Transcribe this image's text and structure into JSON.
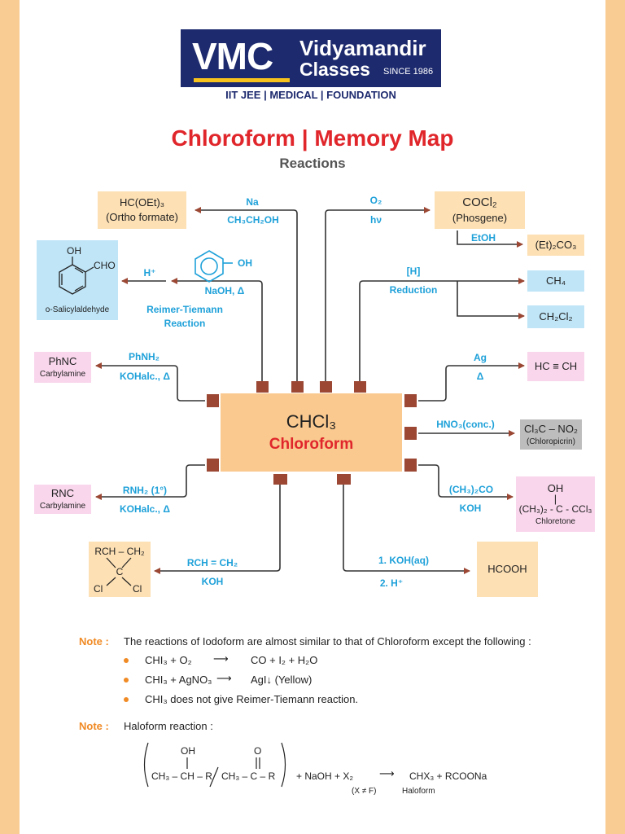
{
  "header": {
    "logo_vmc": "VMC",
    "logo_vidyamandir": "Vidyamandir",
    "logo_classes": "Classes",
    "logo_since": "SINCE 1986",
    "tagline": "IIT JEE | MEDICAL | FOUNDATION",
    "title": "Chloroform | Memory Map",
    "subtitle": "Reactions"
  },
  "center": {
    "formula": "CHCl₃",
    "name": "Chloroform"
  },
  "reactions": {
    "orthoformate": {
      "reagent1": "Na",
      "reagent2": "CH₃CH₂OH",
      "product": "HC(OEt)₃",
      "product_name": "(Ortho formate)"
    },
    "phosgene": {
      "reagent1": "O₂",
      "reagent2": "hν",
      "product": "COCl₂",
      "product_name": "(Phosgene)"
    },
    "diethyl_carbonate": {
      "reagent": "EtOH",
      "product": "(Et)₂CO₃"
    },
    "reduction": {
      "reagent1": "[H]",
      "reagent2": "Reduction",
      "product1": "CH₄",
      "product2": "CH₂Cl₂"
    },
    "reimer": {
      "phenol_oh": "OH",
      "step1": "NaOH, Δ",
      "step2": "H⁺",
      "name_line1": "Reimer-Tiemann",
      "name_line2": "Reaction",
      "product_oh": "OH",
      "product_cho": "CHO",
      "product_name": "o-Salicylaldehyde"
    },
    "carbylamine_aryl": {
      "reagent1": "PhNH₂",
      "reagent2": "KOHalc., Δ",
      "product": "PhNC",
      "product_name": "Carbylamine"
    },
    "acetylene": {
      "reagent1": "Ag",
      "reagent2": "Δ",
      "product": "HC ≡ CH"
    },
    "chloropicrin": {
      "reagent": "HNO₃(conc.)",
      "product": "Cl₃C – NO₂",
      "product_name": "(Chloropicrin)"
    },
    "carbylamine_alkyl": {
      "reagent1": "RNH₂ (1°)",
      "reagent2": "KOHalc., Δ",
      "product": "RNC",
      "product_name": "Carbylamine"
    },
    "chloretone": {
      "reagent1": "(CH₃)₂CO",
      "reagent2": "KOH",
      "product_top": "OH",
      "product": "(CH₃)₂ - C - CCl₃",
      "product_name": "Chloretone"
    },
    "cyclopropane": {
      "reagent1": "RCH = CH₂",
      "reagent2": "KOH",
      "product_top": "RCH – CH₂",
      "product_c": "C",
      "product_cl1": "Cl",
      "product_cl2": "Cl"
    },
    "formic": {
      "reagent1": "1. KOH(aq)",
      "reagent2": "2. H⁺",
      "product": "HCOOH"
    }
  },
  "notes": {
    "label1": "Note :",
    "intro": "The reactions of Iodoform are almost similar to that of Chloroform except the following :",
    "b1_left": "CHI₃ + O₂",
    "b1_right": "CO + I₂ + H₂O",
    "b2_left": "CHI₃ + AgNO₃",
    "b2_right": "AgI↓ (Yellow)",
    "b3": "CHI₃ does not give Reimer-Tiemann reaction.",
    "arrow": "⟶",
    "label2": "Note :",
    "haloform_title": "Haloform reaction :",
    "eq_oh": "OH",
    "eq_o": "O",
    "eq_part1": "CH₃ – CH – R",
    "eq_part2": "CH₃ – C – R",
    "eq_rest": "+  NaOH  +  X₂",
    "eq_product": "CHX₃ + RCOONa",
    "eq_x": "(X ≠ F)",
    "eq_haloform": "Haloform"
  },
  "colors": {
    "side": "#f9cc93",
    "title": "#e0262b",
    "reagent": "#1fa1d9",
    "arrow": "#9b4733",
    "note": "#f08a24"
  }
}
